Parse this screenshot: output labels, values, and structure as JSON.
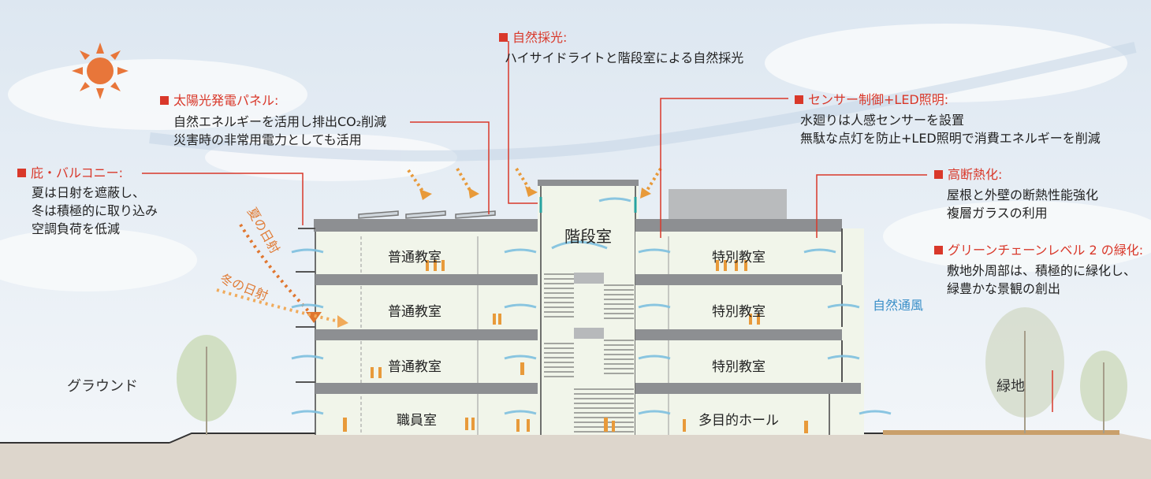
{
  "annotations": {
    "natural_light": {
      "title": "自然採光:",
      "lines": [
        "ハイサイドライトと階段室による自然採光"
      ]
    },
    "solar_panel": {
      "title": "太陽光発電パネル:",
      "lines": [
        "自然エネルギーを活用し排出CO₂削減",
        "災害時の非常用電力としても活用"
      ]
    },
    "sensor_led": {
      "title": "センサー制御+LED照明:",
      "lines": [
        "水廻りは人感センサーを設置",
        "無駄な点灯を防止+LED照明で消費エネルギーを削減"
      ]
    },
    "eaves_balcony": {
      "title": "庇・バルコニー:",
      "lines": [
        "夏は日射を遮蔽し、",
        "冬は積極的に取り込み",
        "空調負荷を低減"
      ]
    },
    "insulation": {
      "title": "高断熱化:",
      "lines": [
        "屋根と外壁の断熱性能強化",
        "複層ガラスの利用"
      ]
    },
    "greenery": {
      "title": "グリーンチェーンレベル 2 の緑化:",
      "lines": [
        "敷地外周部は、積極的に緑化し、",
        "緑豊かな景観の創出"
      ]
    }
  },
  "rooms": {
    "stair": "階段室",
    "left": [
      "普通教室",
      "普通教室",
      "普通教室",
      "職員室"
    ],
    "right": [
      "特別教室",
      "特別教室",
      "特別教室",
      "多目的ホール"
    ]
  },
  "labels": {
    "natural_ventilation": "自然通風",
    "summer_sun": "夏の日射",
    "winter_sun": "冬の日射",
    "ground": "グラウンド",
    "green_area": "緑地"
  },
  "colors": {
    "accent_red": "#d9382a",
    "sun_orange": "#e8763a",
    "wind_blue": "#3a8fc8",
    "floor_slab": "#8d8f92",
    "ground": "#ddd6cc"
  }
}
